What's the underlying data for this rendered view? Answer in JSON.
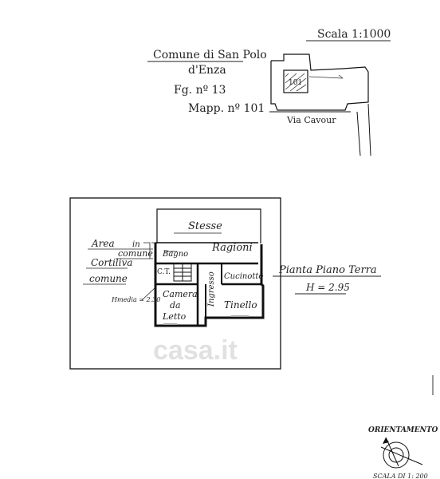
{
  "header": {
    "scale_top": "Scala 1:1000",
    "comune_line1": "Comune di San Polo",
    "comune_line2": "d'Enza",
    "foglio": "Fg. nº 13",
    "mappale": "Mapp. nº 101",
    "street": "Via Cavour",
    "parcel_label": "101"
  },
  "plan": {
    "rooms": {
      "stesse": "Stesse",
      "ragioni": "Ragioni",
      "bagno": "Bagno",
      "ct": "C.T.",
      "cucinotto": "Cucinotto",
      "ingresso": "Ingresso",
      "tinello": "Tinello",
      "camera_1": "Camera",
      "camera_2": "da",
      "camera_3": "Letto"
    },
    "area_comune_1": "Area",
    "area_comune_2": "in",
    "area_comune_3": "comune",
    "cortiliva_1": "Cortiliva",
    "cortiliva_2": "comune",
    "hmedia": "Hmedia = 2.30",
    "title": "Pianta Piano Terra",
    "height": "H = 2.95"
  },
  "footer": {
    "orientamento": "ORIENTAMENTO",
    "scala_bottom": "SCALA DI 1: 200"
  },
  "watermark": "casa.it"
}
